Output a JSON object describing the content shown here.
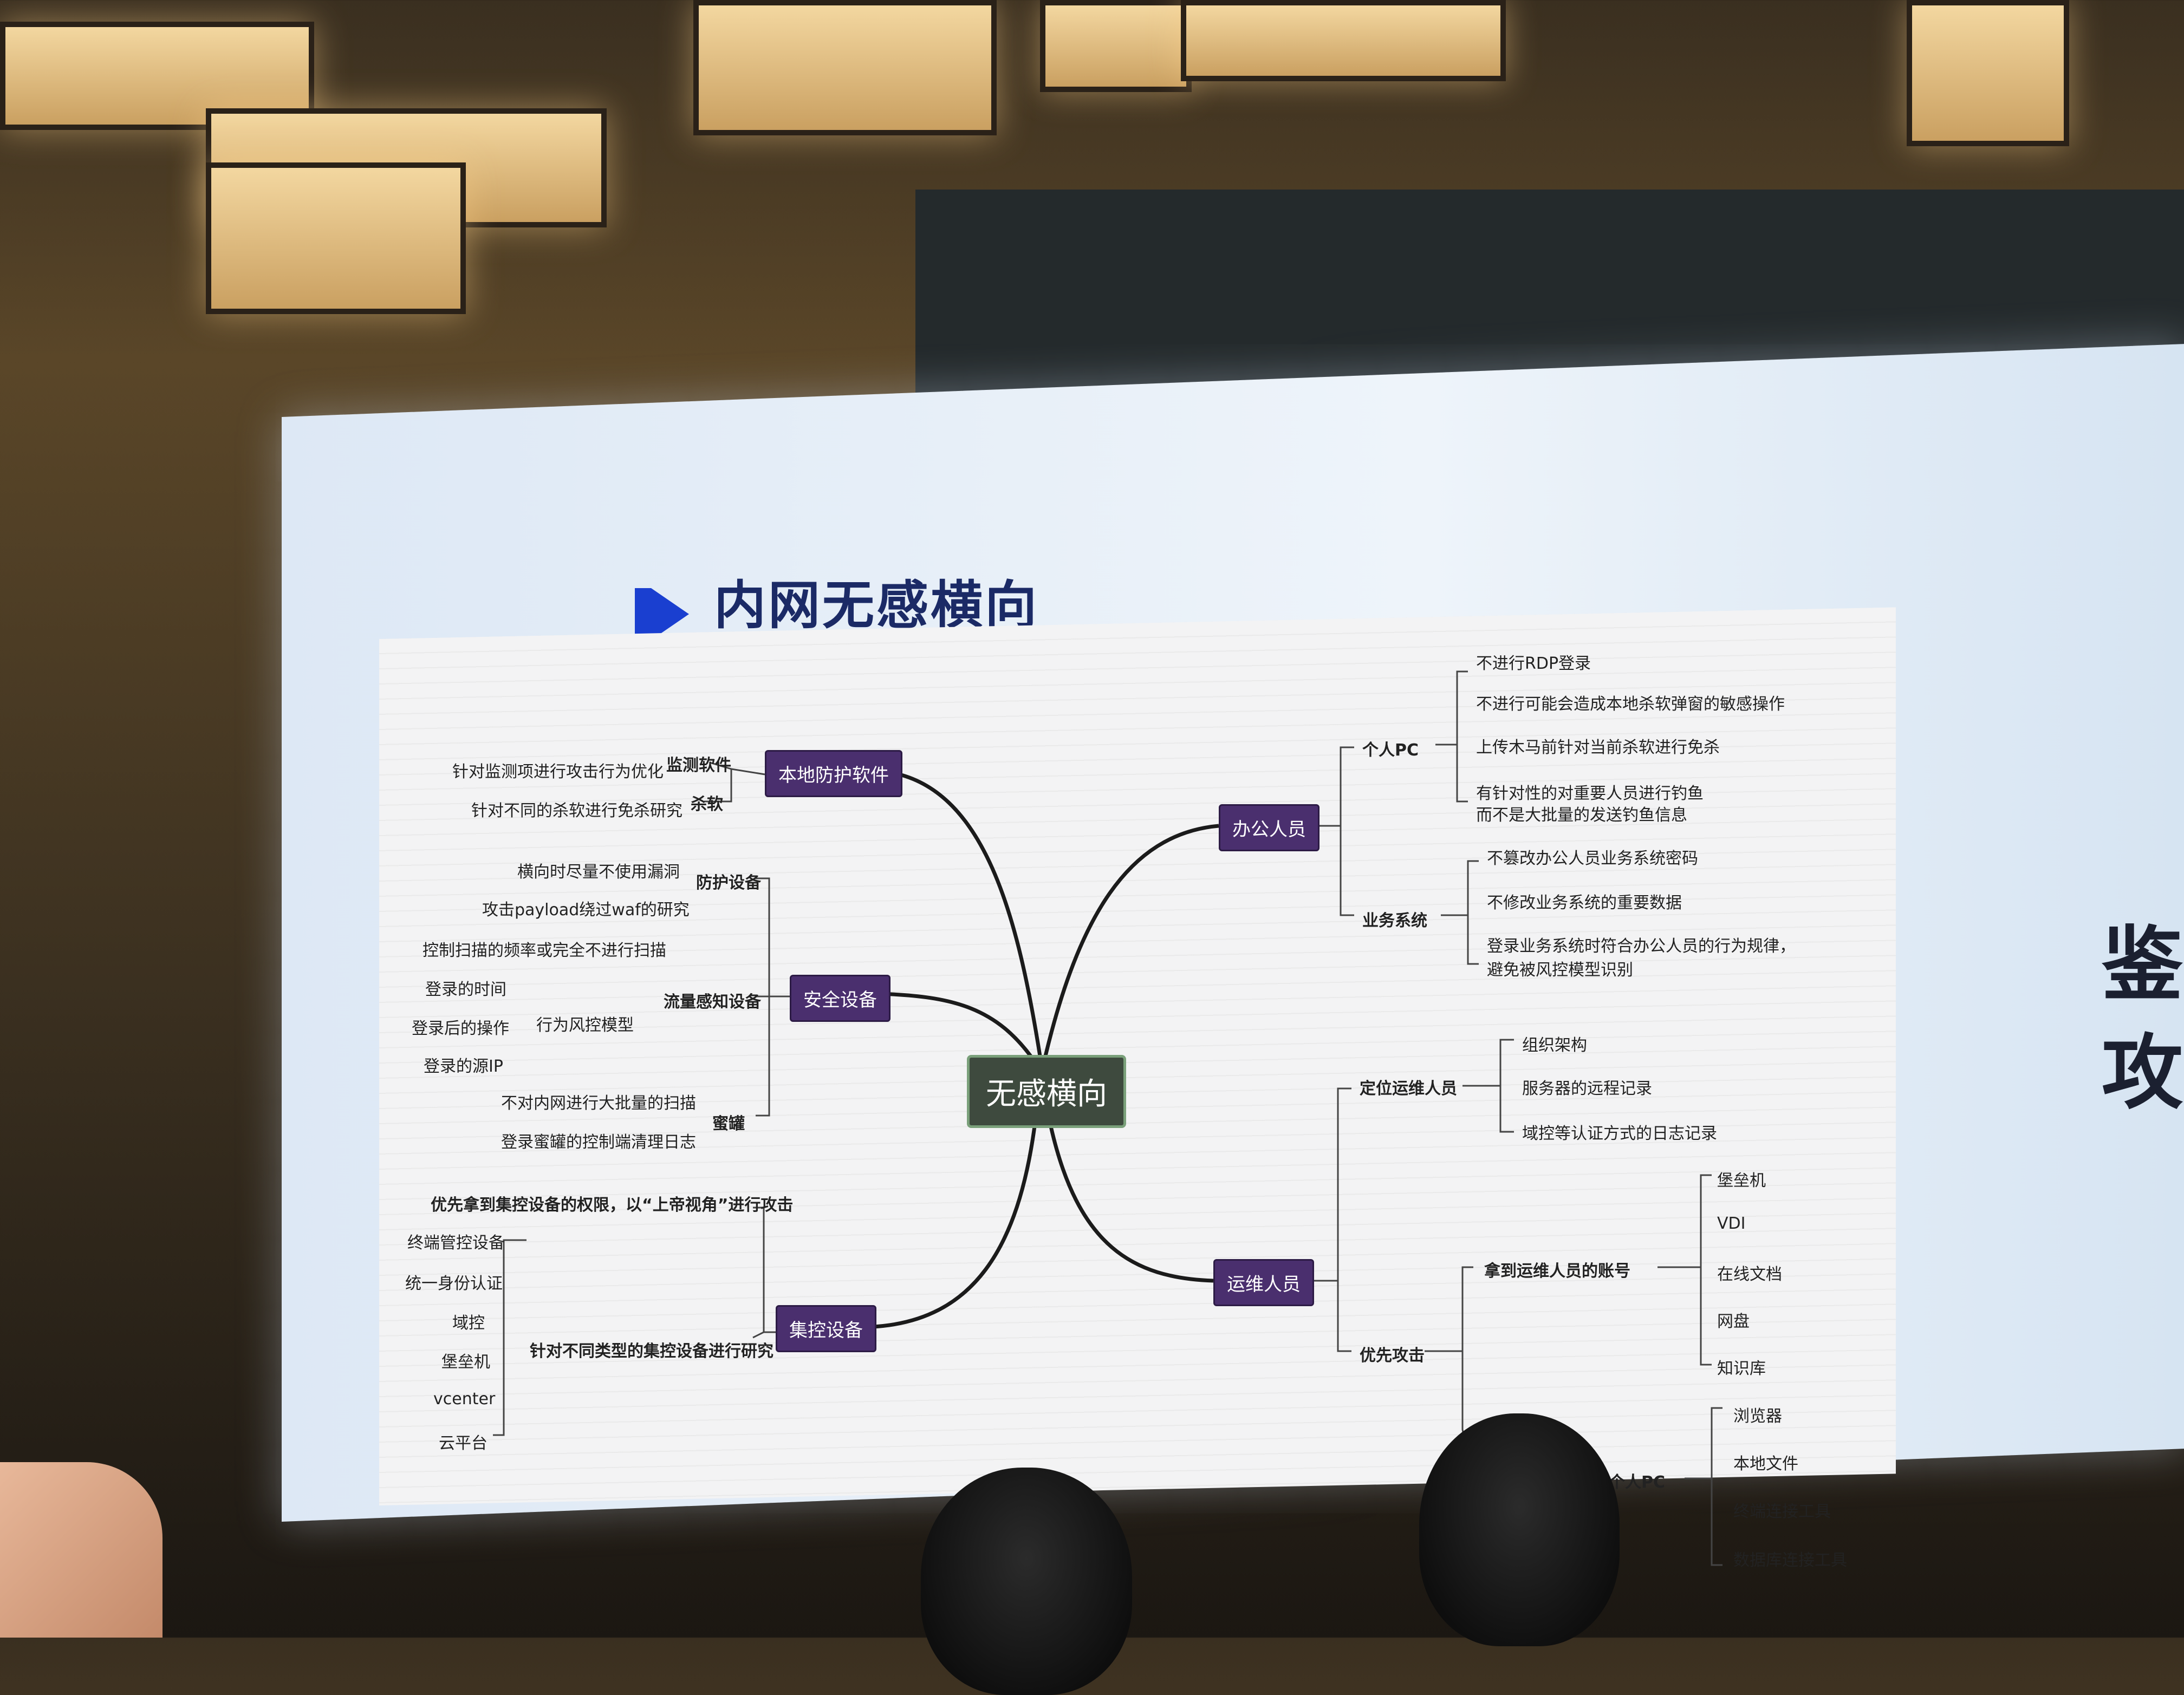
{
  "slide": {
    "title": "内网无感横向",
    "center": "无感横向",
    "side_chars": [
      "鉴",
      "攻"
    ]
  },
  "left": {
    "local": {
      "node": "本地防护软件",
      "branches": [
        {
          "label": "监测软件",
          "leaf": "针对监测项进行攻击行为优化"
        },
        {
          "label": "杀软",
          "leaf": "针对不同的杀软进行免杀研究"
        }
      ]
    },
    "security": {
      "node": "安全设备",
      "protect": {
        "label": "防护设备",
        "leaves": [
          "横向时尽量不使用漏洞",
          "攻击payload绕过waf的研究"
        ]
      },
      "traffic": {
        "label": "流量感知设备",
        "top": "控制扫描的频率或完全不进行扫描",
        "risk": "行为风控模型",
        "risk_leaves": [
          "登录的时间",
          "登录后的操作",
          "登录的源IP"
        ]
      },
      "honeypot": {
        "label": "蜜罐",
        "leaves": [
          "不对内网进行大批量的扫描",
          "登录蜜罐的控制端清理日志"
        ]
      }
    },
    "central": {
      "node": "集控设备",
      "top": "优先拿到集控设备的权限，以“上帝视角”进行攻击",
      "research": "针对不同类型的集控设备进行研究",
      "items": [
        "终端管控设备",
        "统一身份认证",
        "域控",
        "堡垒机",
        "vcenter",
        "云平台"
      ]
    }
  },
  "right": {
    "office": {
      "node": "办公人员",
      "pc": {
        "label": "个人PC",
        "leaves": [
          "不进行RDP登录",
          "不进行可能会造成本地杀软弹窗的敏感操作",
          "上传木马前针对当前杀软进行免杀",
          "有针对性的对重要人员进行钓鱼",
          "而不是大批量的发送钓鱼信息"
        ]
      },
      "biz": {
        "label": "业务系统",
        "leaves": [
          "不篡改办公人员业务系统密码",
          "不修改业务系统的重要数据",
          "登录业务系统时符合办公人员的行为规律，",
          "避免被风控模型识别"
        ]
      }
    },
    "ops": {
      "node": "运维人员",
      "locate": {
        "label": "定位运维人员",
        "leaves": [
          "组织架构",
          "服务器的远程记录",
          "域控等认证方式的日志记录"
        ]
      },
      "priority": {
        "label": "优先攻击",
        "account": "拿到运维人员的账号",
        "account_leaves": [
          "堡垒机",
          "VDI",
          "在线文档",
          "网盘",
          "知识库"
        ],
        "pc": "个人PC",
        "pc_leaves": [
          "浏览器",
          "本地文件",
          "终端连接工具",
          "数据库连接工具"
        ]
      }
    }
  }
}
